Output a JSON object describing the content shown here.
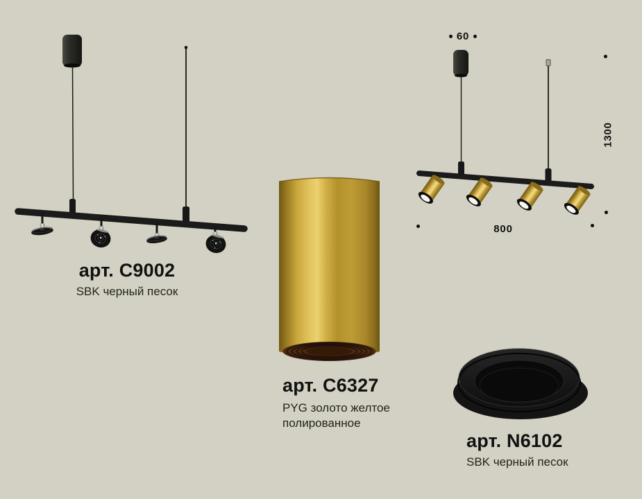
{
  "page": {
    "background": "#d2d1c3"
  },
  "products": {
    "c9002": {
      "article": "арт. C9002",
      "finish": "SBK черный песок"
    },
    "c6327": {
      "article": "арт. C6327",
      "finish_line1": "PYG золото желтое",
      "finish_line2": "полированное"
    },
    "n6102": {
      "article": "арт. N6102",
      "finish": "SBK черный песок"
    }
  },
  "dimensions": {
    "width_mm": "60",
    "height_mm": "1300",
    "length_mm": "800"
  },
  "colors": {
    "background": "#d2d1c3",
    "fixture_black": "#1b1b1b",
    "gold": "#c9a83e",
    "gold_interior": "#4b2a10",
    "text": "#111111"
  }
}
